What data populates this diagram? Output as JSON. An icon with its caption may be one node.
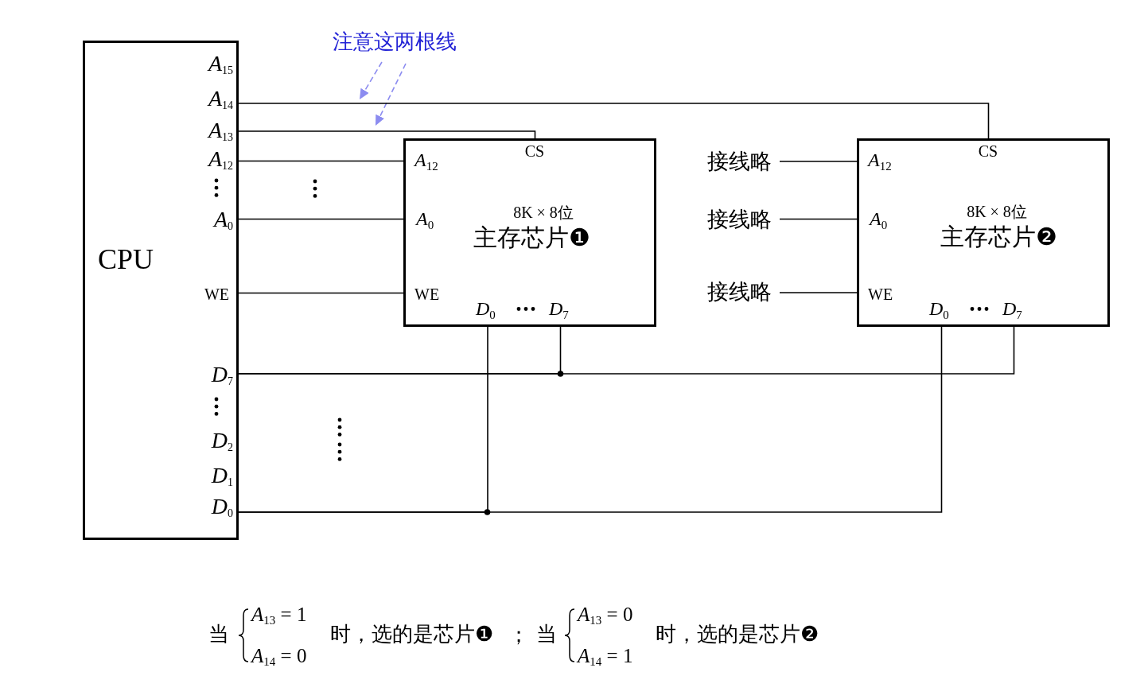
{
  "diagram": {
    "nodes": [
      {
        "text": [
          "注意这两根线"
        ]
      },
      {
        "text": [
          "CPU"
        ]
      },
      {
        "text": [
          "*A*$_{14}$"
        ],
        "in": 1
      },
      {
        "text": [
          "*A*$_{13}$"
        ],
        "in": 1
      },
      {
        "text": [
          "*A*$_{12}$"
        ],
        "in": 1
      },
      {
        "text": [
          "*A*$_{0}$"
        ],
        "in": 1
      },
      {
        "text": [
          "WE"
        ],
        "in": 1
      },
      {
        "text": [
          "*D*$_{7}$"
        ],
        "in": 1
      },
      {
        "text": [
          "*D*$_{0}$"
        ],
        "in": 1
      },
      {
        "text": [
          "8K × 8位",
          "主存芯片❶"
        ]
      },
      {
        "text": [
          "CS"
        ],
        "in": 9
      },
      {
        "text": [
          "*A*$_{12}$"
        ],
        "in": 9
      },
      {
        "text": [
          "*A*$_{0}$"
        ],
        "in": 9
      },
      {
        "text": [
          "WE"
        ],
        "in": 9
      },
      {
        "text": [
          "*D*$_{0}$"
        ],
        "in": 9
      },
      {
        "text": [
          "*D*$_{7}$"
        ],
        "in": 9
      },
      {
        "text": [
          "接线略"
        ]
      },
      {
        "text": [
          "接线略"
        ]
      },
      {
        "text": [
          "接线略"
        ]
      },
      {
        "text": [
          "8K × 8位",
          "主存芯片❷"
        ]
      },
      {
        "text": [
          "CS"
        ],
        "in": 19
      },
      {
        "text": [
          "*A*$_{12}$"
        ],
        "in": 19
      },
      {
        "text": [
          "*A*$_{0}$"
        ],
        "in": 19
      },
      {
        "text": [
          "WE"
        ],
        "in": 19
      },
      {
        "text": [
          "*D*$_{0}$"
        ],
        "in": 19
      },
      {
        "text": [
          "*D*$_{7}$"
        ],
        "in": 19
      }
    ],
    "edges": [
      {
        "from": 0,
        "to": null,
        "arrow": "to",
        "style": "dashed",
        "color": "#8c8cf0"
      },
      {
        "from": 0,
        "to": null,
        "arrow": "to",
        "style": "dashed",
        "color": "#8c8cf0"
      },
      {
        "from": 2,
        "to": 20,
        "arrow": "none"
      },
      {
        "from": 3,
        "to": 10,
        "arrow": "none"
      },
      {
        "from": 4,
        "to": 11,
        "arrow": "none"
      },
      {
        "from": 5,
        "to": 12,
        "arrow": "none"
      },
      {
        "from": 6,
        "to": 13,
        "arrow": "none"
      },
      {
        "from": 7,
        "to": 15,
        "arrow": "none"
      },
      {
        "from": 7,
        "to": 25,
        "arrow": "none"
      },
      {
        "from": 8,
        "to": 14,
        "arrow": "none"
      },
      {
        "from": 8,
        "to": 24,
        "arrow": "none"
      },
      {
        "from": 16,
        "to": 21,
        "arrow": "none"
      },
      {
        "from": 17,
        "to": 22,
        "arrow": "none"
      },
      {
        "from": 18,
        "to": 23,
        "arrow": "none"
      }
    ],
    "labels": [
      "*A*$_{15}$",
      "*D*$_{2}$",
      "*D*$_{1}$",
      "当",
      "*A*$_{13}$ = 1",
      "*A*$_{14}$ = 0",
      "时，选的是芯片❶",
      "；",
      "当",
      "*A*$_{13}$ = 0",
      "*A*$_{14}$ = 1",
      "时，选的是芯片❷"
    ]
  }
}
